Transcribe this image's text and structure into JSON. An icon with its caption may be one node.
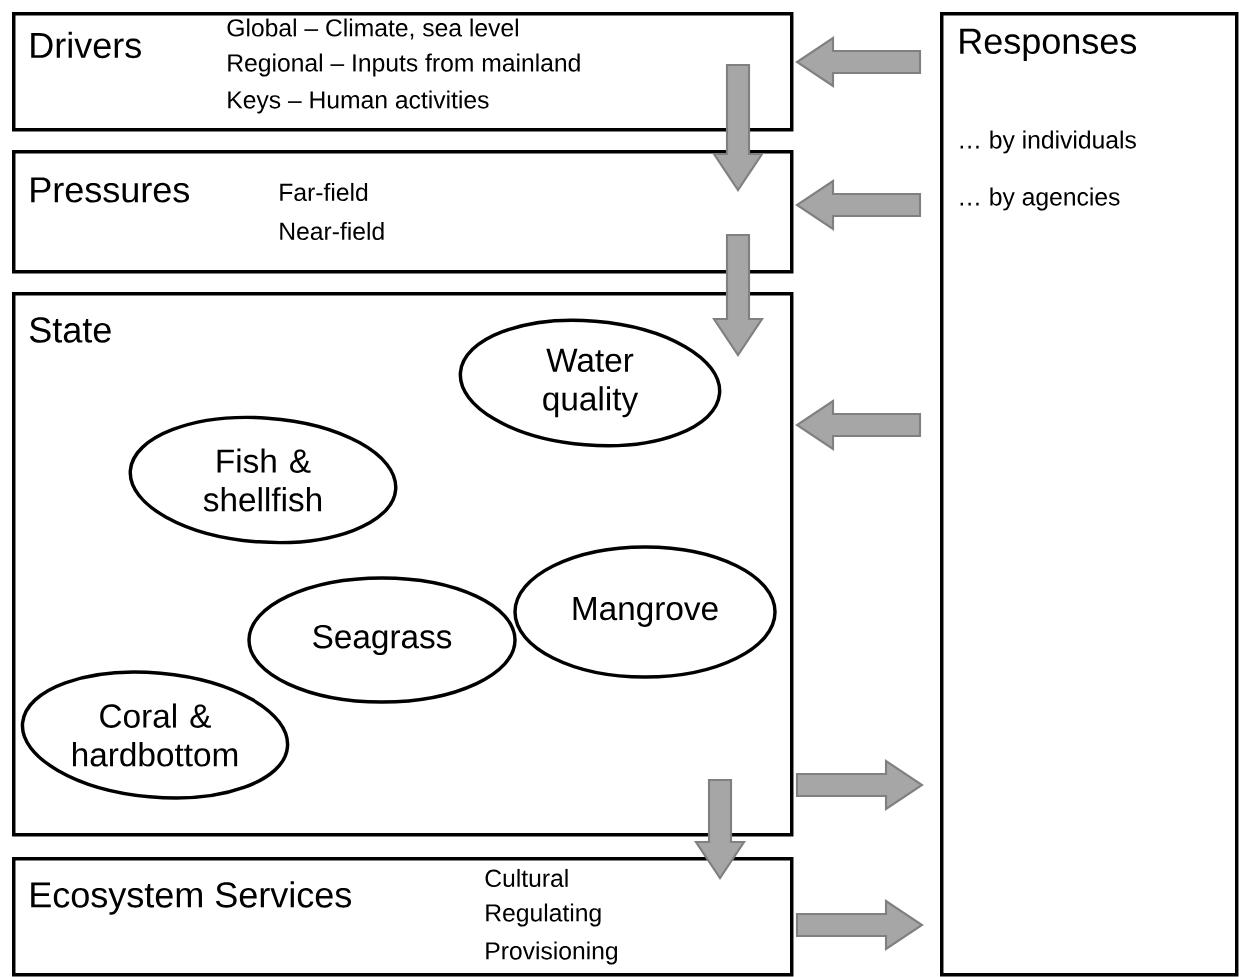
{
  "diagram": {
    "nodes": [
      {
        "text": [
          "Drivers",
          "Global – Climate, sea level",
          "Regional – Inputs from mainland",
          "Keys – Human activities"
        ]
      },
      {
        "text": [
          "Pressures",
          "Far-field",
          "Near-field"
        ]
      },
      {
        "text": [
          "State"
        ]
      },
      {
        "text": [
          "Water quality"
        ],
        "in": 2
      },
      {
        "text": [
          "Fish & shellfish"
        ],
        "in": 2
      },
      {
        "text": [
          "Mangrove"
        ],
        "in": 2
      },
      {
        "text": [
          "Seagrass"
        ],
        "in": 2
      },
      {
        "text": [
          "Coral & hardbottom"
        ],
        "in": 2
      },
      {
        "text": [
          "Ecosystem Services",
          "Cultural",
          "Regulating",
          "Provisioning"
        ]
      },
      {
        "text": [
          "Responses",
          "… by individuals",
          "… by agencies"
        ]
      }
    ],
    "edges": [
      {
        "from": 0,
        "to": 1,
        "arrow": "to"
      },
      {
        "from": 1,
        "to": 2,
        "arrow": "to"
      },
      {
        "from": 2,
        "to": 8,
        "arrow": "to"
      },
      {
        "from": 9,
        "to": 0,
        "arrow": "to"
      },
      {
        "from": 9,
        "to": 1,
        "arrow": "to"
      },
      {
        "from": 9,
        "to": 2,
        "arrow": "to"
      },
      {
        "from": 2,
        "to": 9,
        "arrow": "to"
      },
      {
        "from": 8,
        "to": 9,
        "arrow": "to"
      }
    ]
  }
}
